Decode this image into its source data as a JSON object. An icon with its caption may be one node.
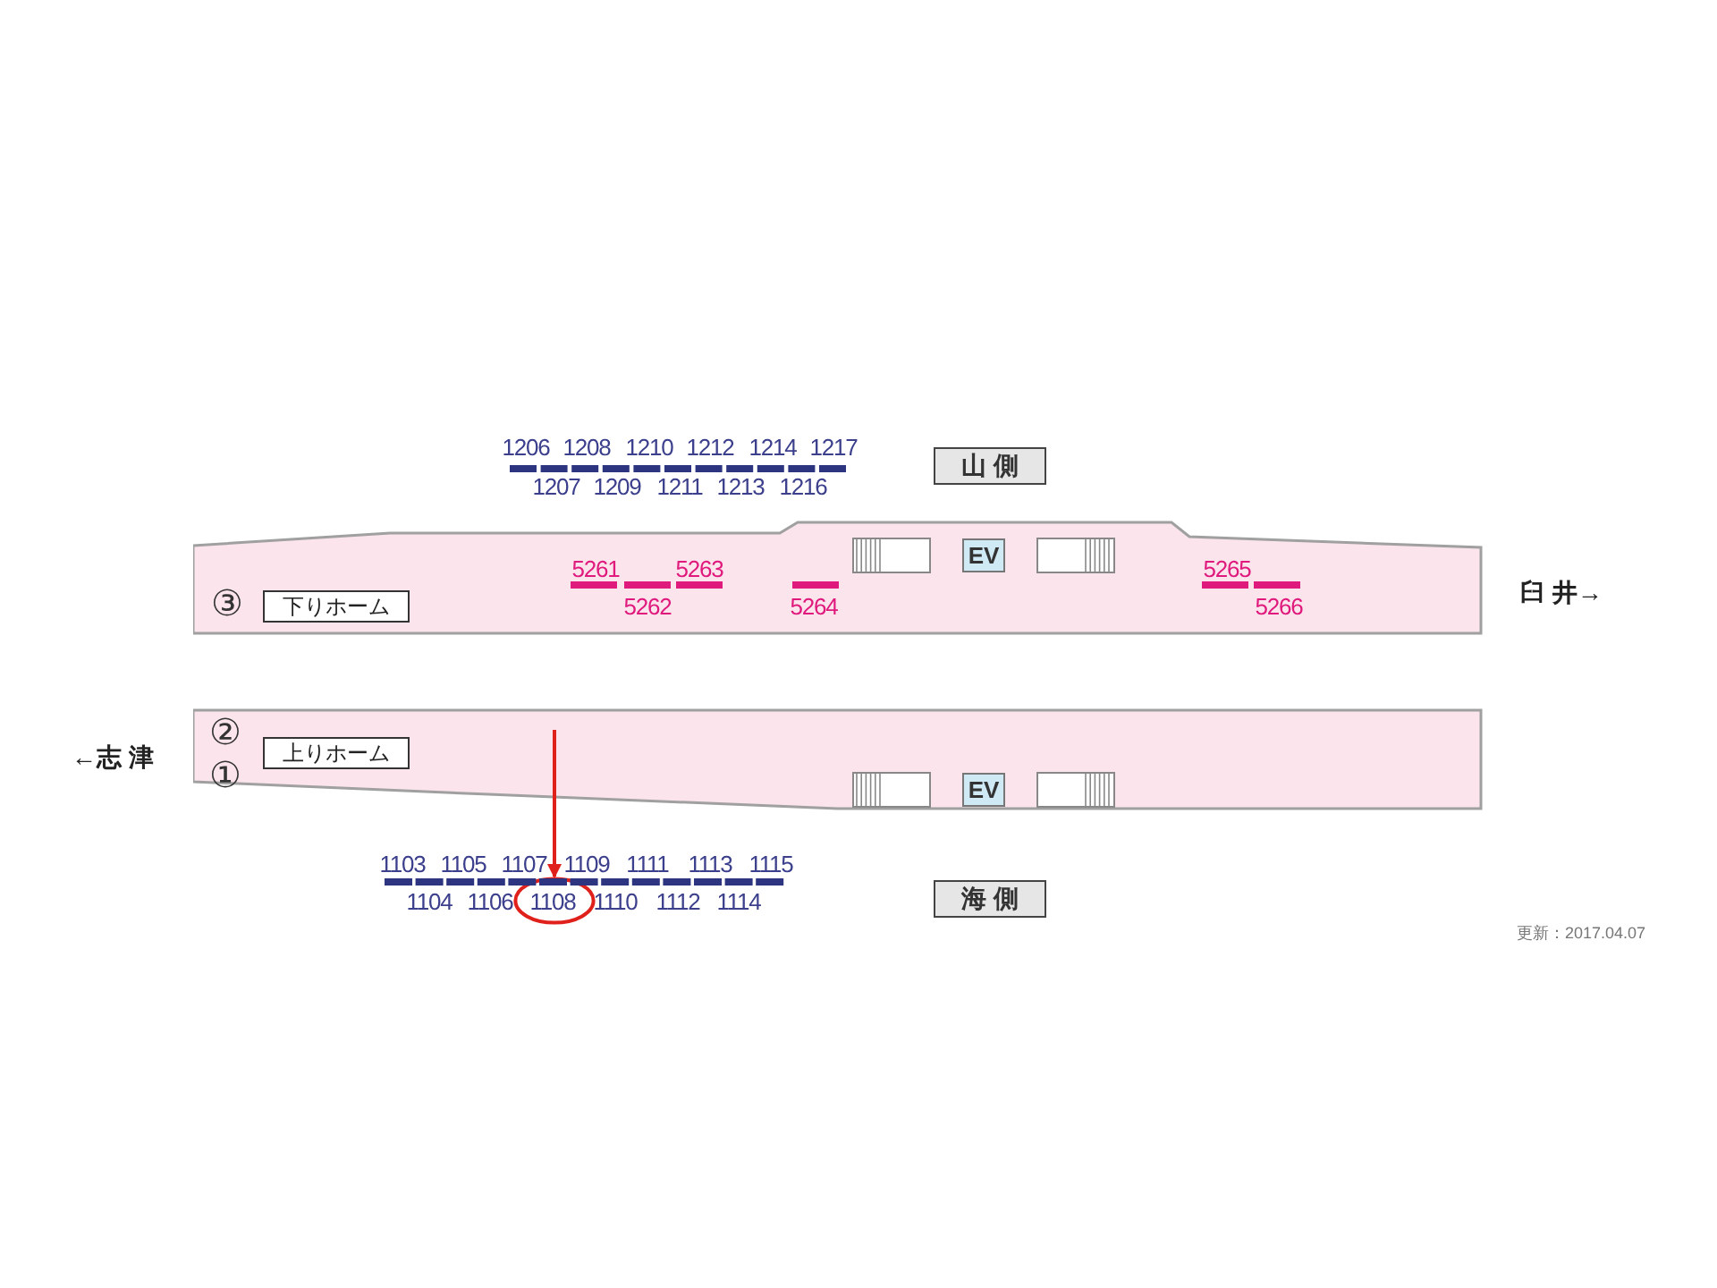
{
  "diagram": {
    "nodes": [
      {
        "text": [
          "③"
        ]
      },
      {
        "text": [
          "下りホーム"
        ],
        "in": 0
      },
      {
        "text": [
          "EV"
        ],
        "in": 0
      },
      {
        "text": [
          "②",
          "①"
        ]
      },
      {
        "text": [
          "上りホーム"
        ],
        "in": 3
      },
      {
        "text": [
          "EV"
        ],
        "in": 3
      },
      {
        "text": [
          "山 側"
        ]
      },
      {
        "text": [
          "海 側"
        ]
      },
      {
        "text": [],
        "shape": "circle"
      }
    ],
    "edges": [
      {
        "from": 3,
        "to": 8,
        "arrow": "to",
        "color": "#e0201b"
      }
    ],
    "labels": [
      "1206",
      "1208",
      "1210",
      "1212",
      "1214",
      "1217",
      "1207",
      "1209",
      "1211",
      "1213",
      "1216",
      "5261",
      "5263",
      "5265",
      "臼 井→",
      "5262",
      "5264",
      "5266",
      "←志 津",
      "1103",
      "1105",
      "1107",
      "1109",
      "1111",
      "1113",
      "1115",
      "1104",
      "1106",
      "1108",
      "1110",
      "1112",
      "1114",
      "更新：2017.04.07"
    ]
  }
}
